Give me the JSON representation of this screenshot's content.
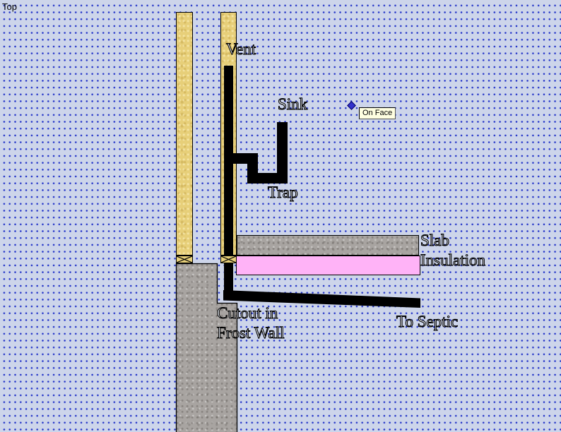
{
  "window": {
    "view_label": "Top"
  },
  "canvas": {
    "annotations": {
      "vent": "Vent",
      "sink": "Sink",
      "trap": "Trap",
      "slab_insulation": {
        "line1": "Slab",
        "line2": "Insulation"
      },
      "cutout": {
        "line1": "Cutout in",
        "line2": "Frost Wall"
      },
      "to_septic": "To Septic"
    },
    "tooltip": {
      "text": "On Face"
    },
    "marker": {
      "name": "on-face-inference-diamond",
      "shape": "diamond"
    }
  },
  "colors": {
    "background": "#cdd5ea",
    "grid_dot": "#2233c8",
    "lumber": "#e7cf79",
    "concrete": "#a8a4a1",
    "insulation": "#ffb3f7",
    "pipe": "#000000",
    "edge": "#000000",
    "tooltip_bg": "#ffffe1",
    "marker_blue": "#3232cc",
    "label_fill": "#eef2fb"
  }
}
